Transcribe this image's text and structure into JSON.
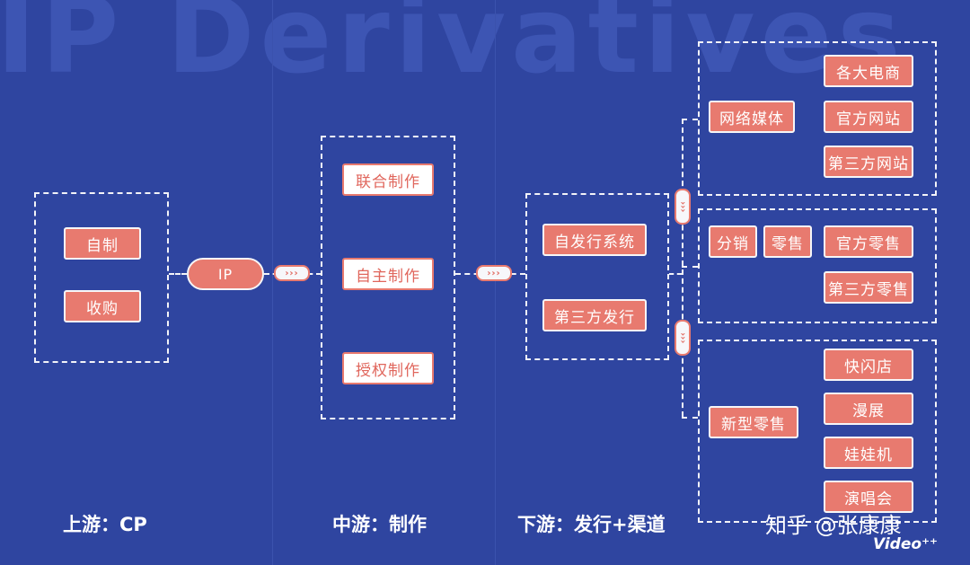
{
  "background_title": "IP Derivatives",
  "colors": {
    "background": "#2f45a0",
    "accent": "#e87a6f",
    "line": "#f3f3f8"
  },
  "upstream": {
    "items": [
      "自制",
      "收购"
    ]
  },
  "ip_label": "IP",
  "midstream": {
    "items": [
      "联合制作",
      "自主制作",
      "授权制作"
    ]
  },
  "downstream": {
    "items": [
      "自发行系统",
      "第三方发行"
    ]
  },
  "channels": {
    "network_media": {
      "label": "网络媒体",
      "items": [
        "各大电商",
        "官方网站",
        "第三方网站"
      ]
    },
    "distribution": {
      "label": "分销",
      "retail": "零售",
      "items": [
        "官方零售",
        "第三方零售"
      ]
    },
    "new_retail": {
      "label": "新型零售",
      "items": [
        "快闪店",
        "漫展",
        "娃娃机",
        "演唱会"
      ]
    }
  },
  "arrow_glyph": "›››",
  "stages": {
    "upstream": "上游：CP",
    "midstream": "中游：制作",
    "downstream": "下游：发行+渠道"
  },
  "watermark": "知乎 @张康康",
  "video_badge": "Video⁺⁺"
}
